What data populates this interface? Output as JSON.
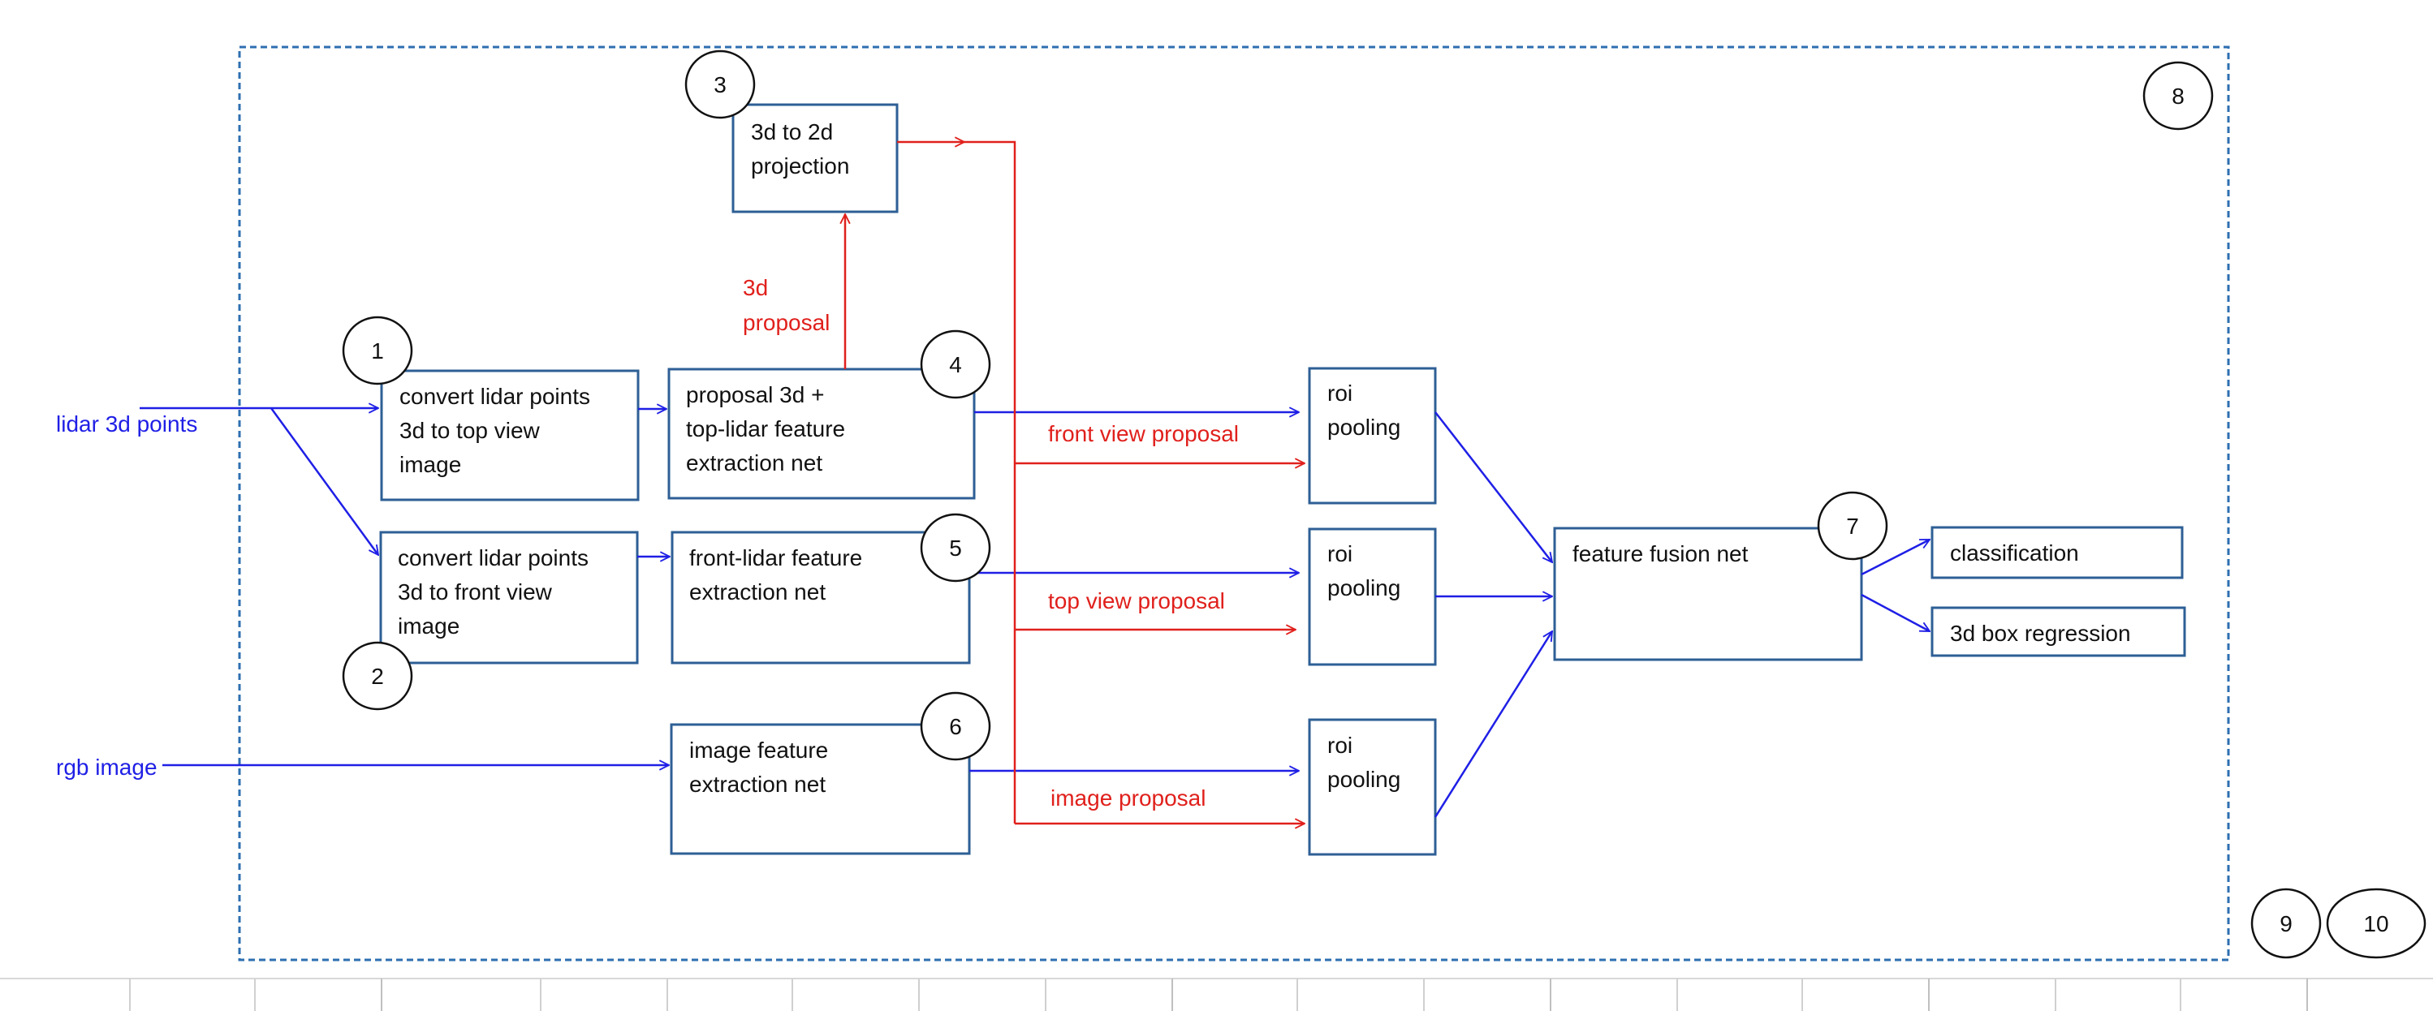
{
  "colors": {
    "box_stroke": "#2e5f95",
    "frame_stroke": "#2e6fb0",
    "blue_arrow": "#1f1fe6",
    "red_arrow": "#e0201c",
    "text": "#111111",
    "grid_line": "#c8c8c8"
  },
  "inputs": {
    "lidar": "lidar 3d points",
    "rgb": "rgb image"
  },
  "boxes": {
    "projection": [
      "3d to 2d",
      "projection"
    ],
    "top_view": [
      "convert lidar points",
      "3d to top view",
      "image"
    ],
    "front_view": [
      "convert lidar points",
      "3d to front view",
      "image"
    ],
    "proposal": [
      "proposal 3d  +",
      "top-lidar feature",
      "extraction net"
    ],
    "front_lidar": [
      "front-lidar feature",
      "extraction net"
    ],
    "image_feature": [
      "image feature",
      "extraction net"
    ],
    "roi1": [
      "roi",
      "pooling"
    ],
    "roi2": [
      "roi",
      "pooling"
    ],
    "roi3": [
      "roi",
      "pooling"
    ],
    "fusion": [
      "feature fusion net"
    ],
    "classification": [
      "classification"
    ],
    "box_regression": [
      "3d box regression"
    ]
  },
  "labels": {
    "proposal_3d": [
      "3d",
      "proposal"
    ],
    "front_view_proposal": "front view proposal",
    "top_view_proposal": "top view proposal",
    "image_proposal": "image proposal"
  },
  "circles": {
    "c1": "1",
    "c2": "2",
    "c3": "3",
    "c4": "4",
    "c5": "5",
    "c6": "6",
    "c7": "7",
    "c8": "8",
    "c9": "9",
    "c10": "10"
  }
}
